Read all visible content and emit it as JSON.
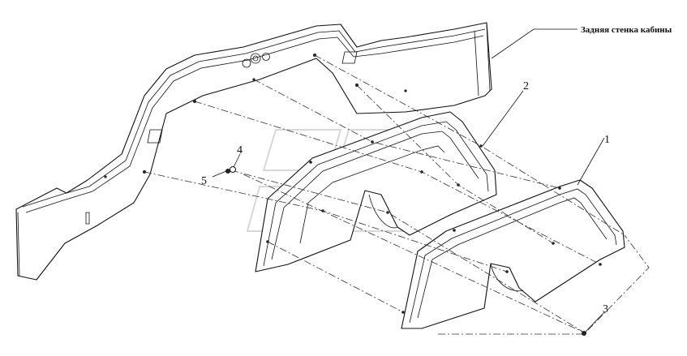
{
  "labels": {
    "rear_wall": "Задняя стенка кабины",
    "item_1": "1",
    "item_2": "2",
    "item_3": "3",
    "item_4": "4",
    "item_5": "5"
  }
}
